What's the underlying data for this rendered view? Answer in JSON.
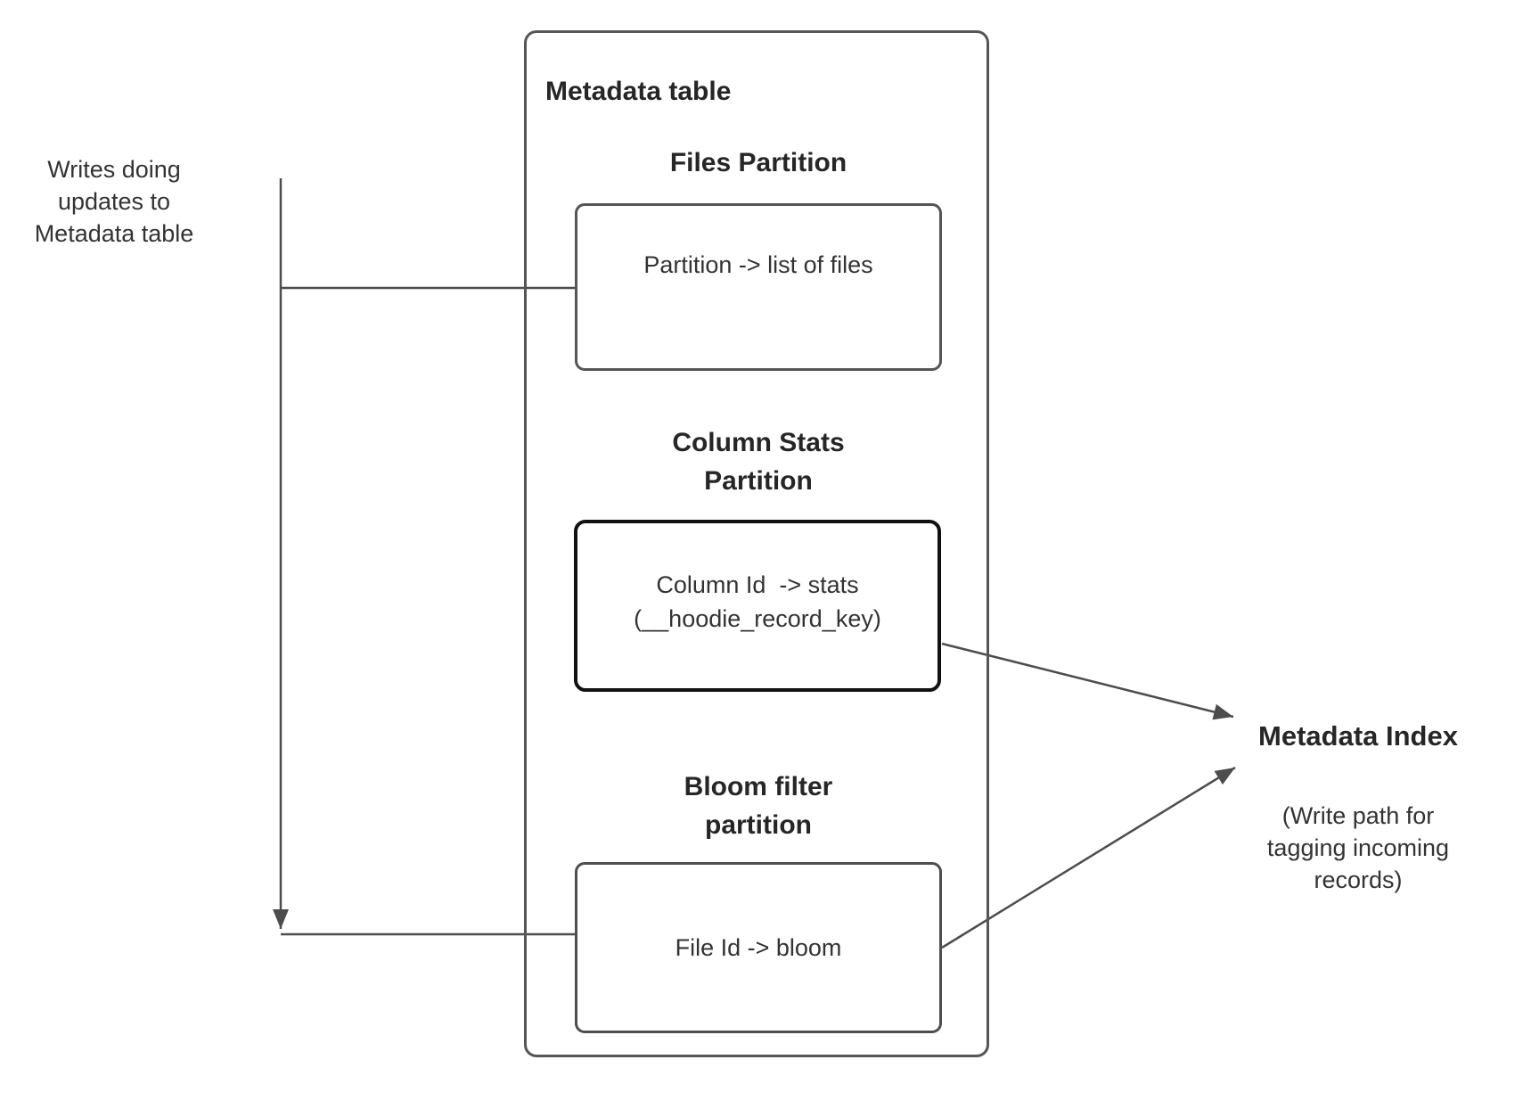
{
  "left_note": {
    "text": "Writes doing\nupdates to\nMetadata table"
  },
  "metadata_table": {
    "title": "Metadata table",
    "files_partition": {
      "heading": "Files Partition",
      "box_text": "Partition -> list of files"
    },
    "column_stats_partition": {
      "heading": "Column Stats\nPartition",
      "box_text": "Column Id  -> stats\n(__hoodie_record_key)"
    },
    "bloom_filter_partition": {
      "heading": "Bloom filter\npartition",
      "box_text": "File Id -> bloom"
    }
  },
  "metadata_index": {
    "title": "Metadata Index",
    "subtitle": "(Write path for\ntagging incoming\nrecords)"
  },
  "colors": {
    "background": "#ffffff",
    "connector_line": "#4d4d4d",
    "box_border": "#555555",
    "emphasis_box_border": "#111111",
    "text": "#333333",
    "heading_text": "#262626"
  }
}
